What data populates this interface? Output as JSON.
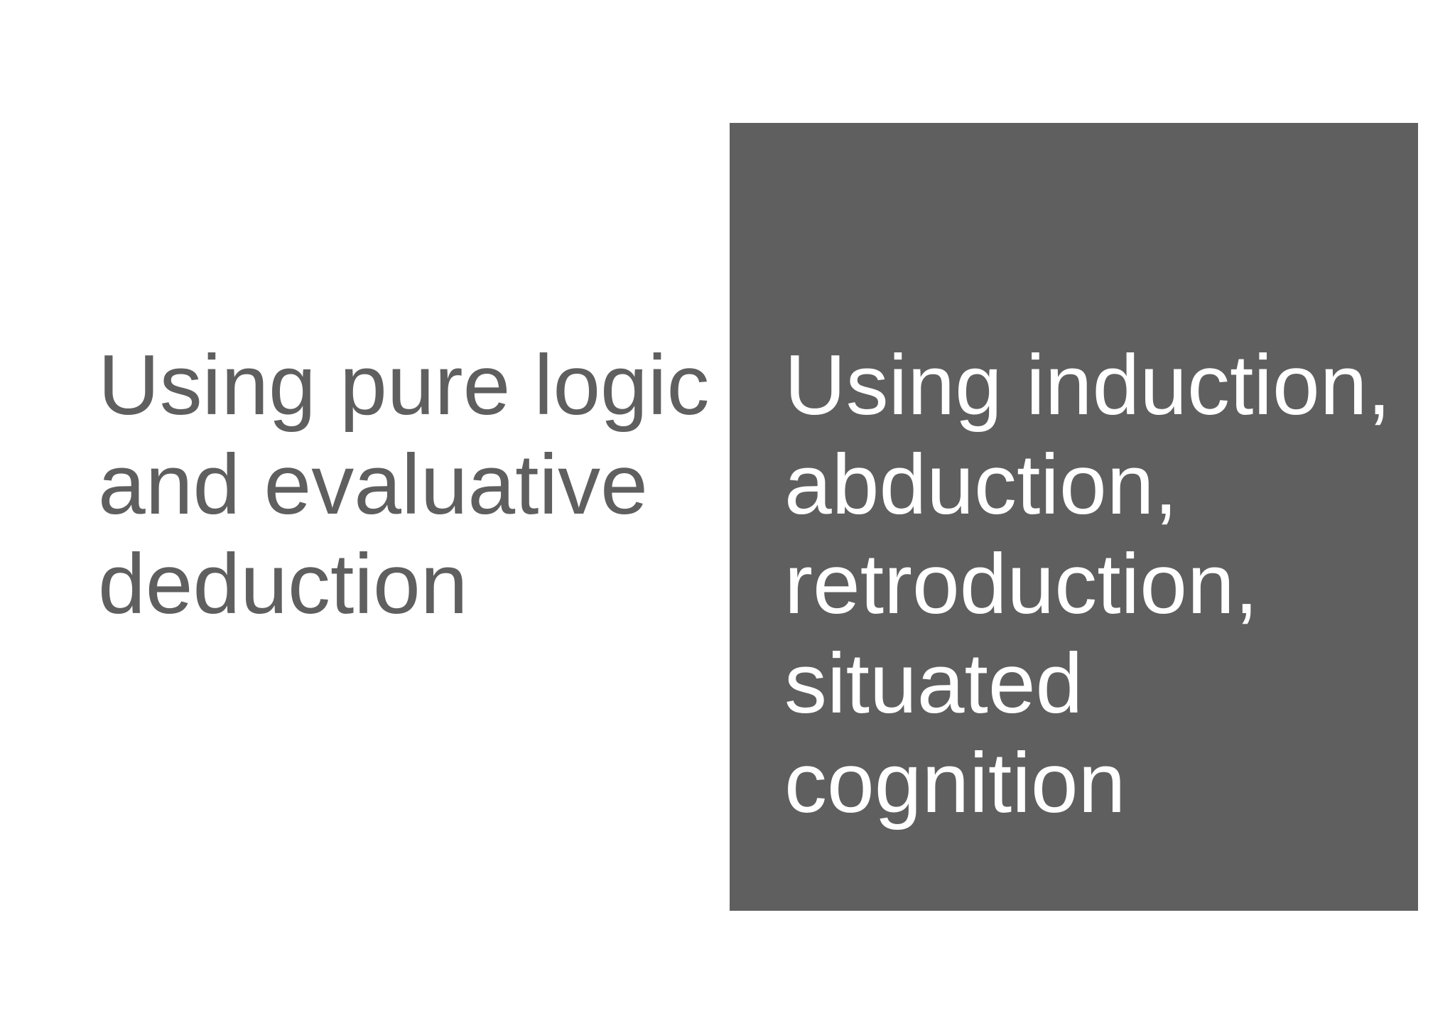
{
  "left": {
    "lines": [
      "Using pure logic",
      "and evaluative",
      "deduction"
    ]
  },
  "right": {
    "lines": [
      "Using induction,",
      "abduction,",
      "retroduction,",
      "situated",
      "cognition"
    ]
  },
  "colors": {
    "text_dark": "#5f5f5f",
    "panel": "#5f5f5f",
    "text_light": "#ffffff",
    "background": "#ffffff"
  }
}
